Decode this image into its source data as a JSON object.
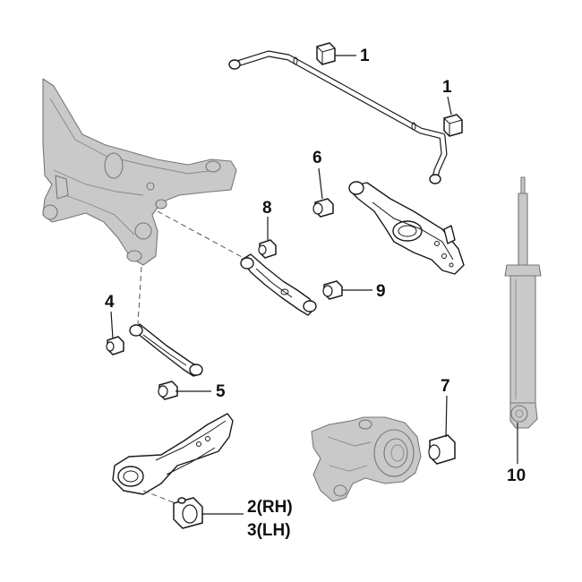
{
  "callouts": {
    "c1a": "1",
    "c1b": "1",
    "c2": "2(RH)",
    "c3": "3(LH)",
    "c4": "4",
    "c5": "5",
    "c6": "6",
    "c7": "7",
    "c8": "8",
    "c9": "9",
    "c10": "10"
  }
}
